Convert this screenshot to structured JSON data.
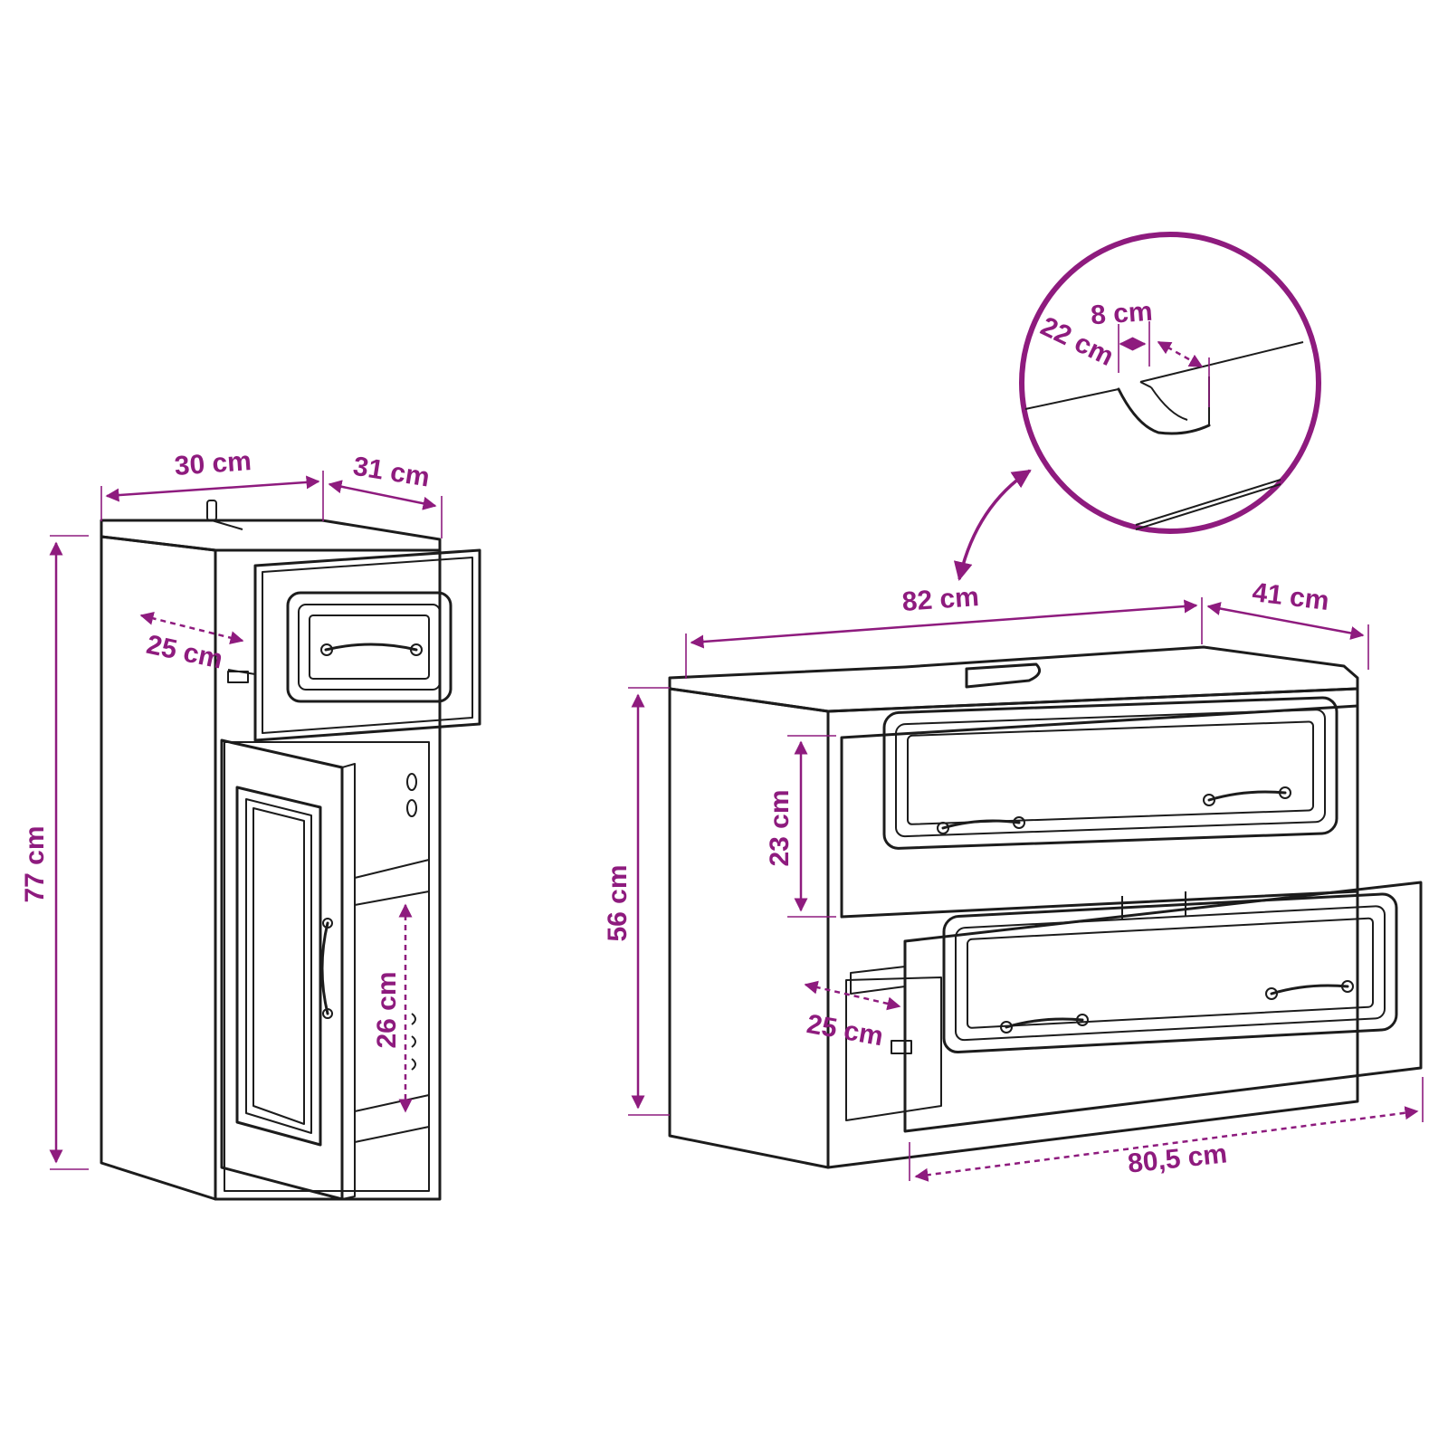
{
  "colors": {
    "accent": "#8e1b7e",
    "line": "#1c1c1c",
    "background": "#ffffff"
  },
  "dimensions": {
    "side_cabinet": {
      "width": "30 cm",
      "depth": "31 cm",
      "height": "77 cm",
      "drawer_depth": "25 cm",
      "shelf_height": "26 cm"
    },
    "vanity": {
      "width": "82 cm",
      "depth": "41 cm",
      "height": "56 cm",
      "drawer_height": "23 cm",
      "drawer_depth": "25 cm",
      "inner_width": "80,5 cm"
    },
    "cutout_detail": {
      "cutout_width": "8 cm",
      "cutout_depth": "22 cm"
    }
  }
}
